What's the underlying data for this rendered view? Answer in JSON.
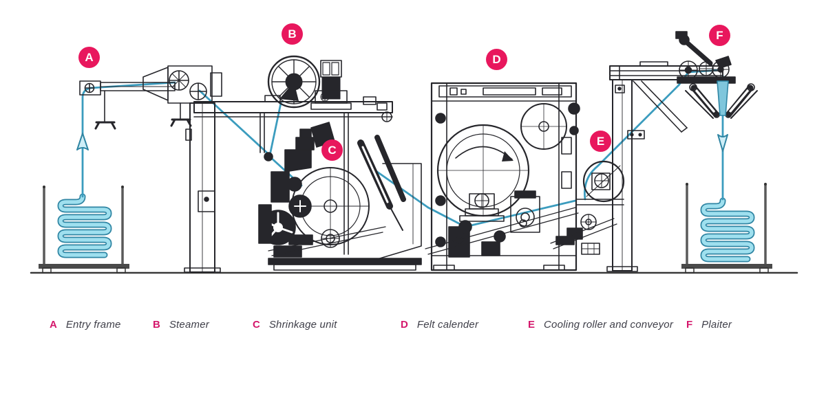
{
  "diagram": {
    "type": "machine-line-schematic",
    "machines": [
      "Entry frame",
      "Steamer",
      "Shrinkage unit",
      "Felt calender",
      "Cooling roller and conveyor",
      "Plaiter"
    ]
  },
  "markers": [
    {
      "letter": "A"
    },
    {
      "letter": "B"
    },
    {
      "letter": "C"
    },
    {
      "letter": "D"
    },
    {
      "letter": "E"
    },
    {
      "letter": "F"
    }
  ],
  "legend": {
    "items": [
      {
        "letter": "A",
        "label": "Entry frame"
      },
      {
        "letter": "B",
        "label": "Steamer"
      },
      {
        "letter": "C",
        "label": "Shrinkage unit"
      },
      {
        "letter": "D",
        "label": "Felt calender"
      },
      {
        "letter": "E",
        "label": "Cooling roller and conveyor"
      },
      {
        "letter": "F",
        "label": "Plaiter"
      }
    ]
  },
  "colors": {
    "marker_pink": "#E8175D",
    "legend_letter_pink": "#D4176B",
    "fabric_blue": "#3B9CBE",
    "fabric_pile_fill": "#9FE0EF",
    "fabric_pile_edge": "#2F85A3",
    "machine_line_dark": "#26262B",
    "legend_text": "#3E3E48"
  }
}
